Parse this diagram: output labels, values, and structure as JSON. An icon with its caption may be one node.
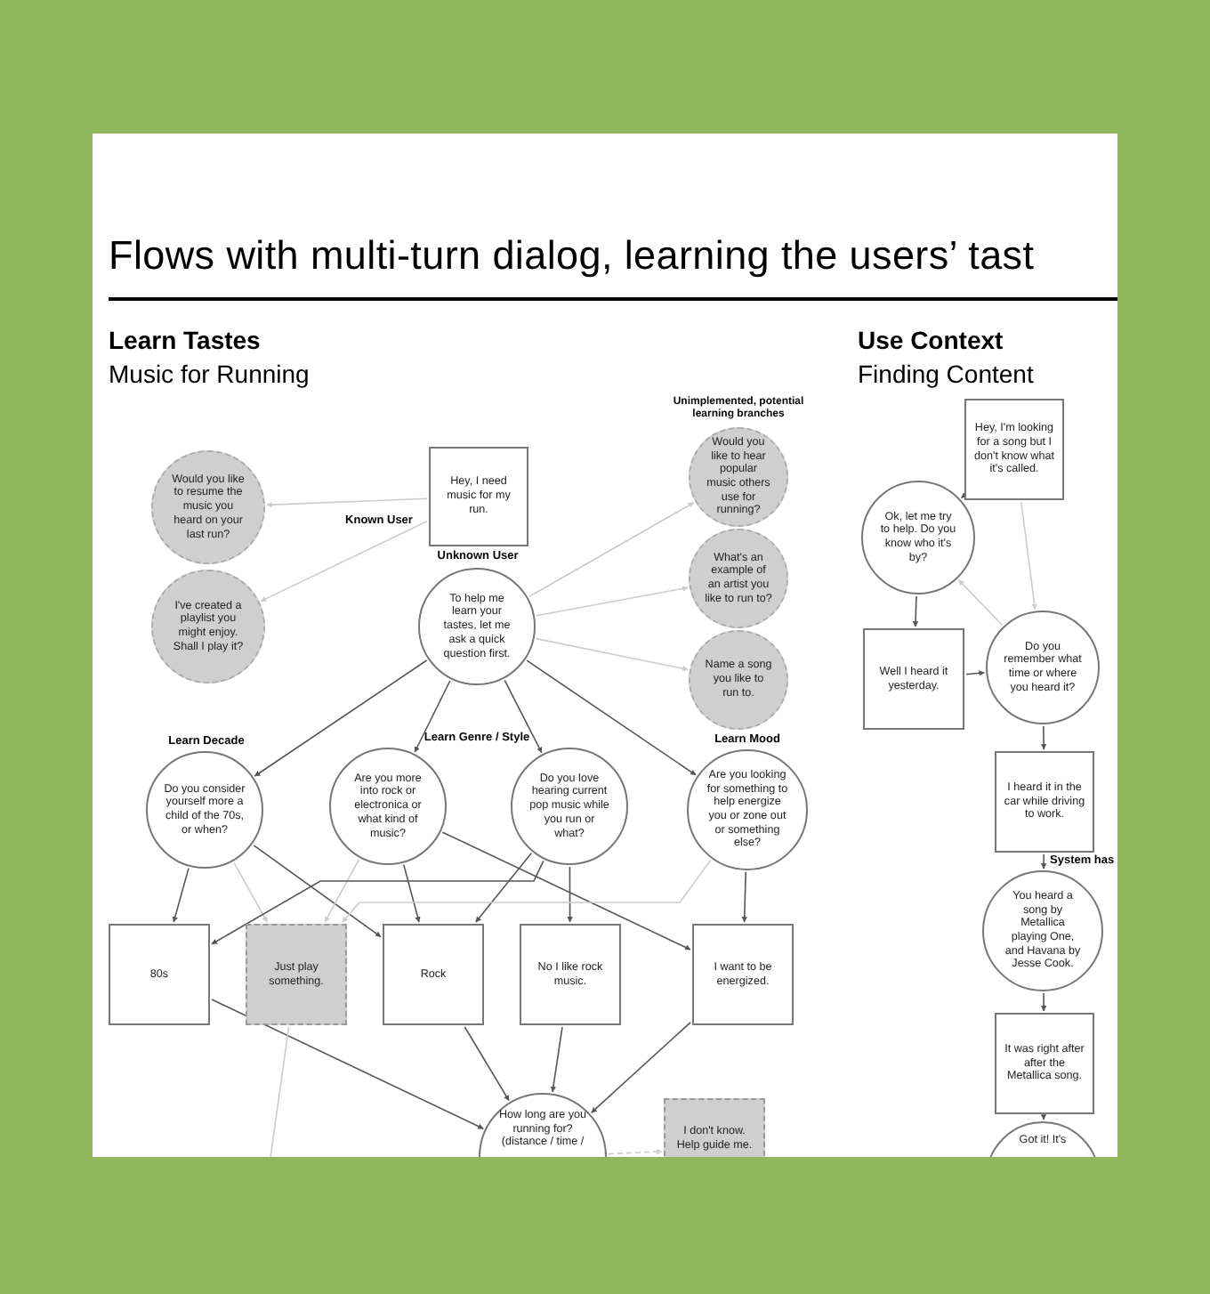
{
  "diagram": {
    "title": "Flows with multi-turn dialog, learning the users’ tast",
    "nodes": [
      {
        "text": [
          "Hey, I need music for my run."
        ]
      },
      {
        "text": [
          "Would you like to resume the music you heard on your last run?"
        ]
      },
      {
        "text": [
          "I've created a playlist you might enjoy. Shall I play it?"
        ]
      },
      {
        "text": [
          "To help me learn your tastes, let me ask a quick question first."
        ]
      },
      {
        "text": [
          "Would you like to hear popular music others use for running?"
        ]
      },
      {
        "text": [
          "What's an example of an artist you like to run to?"
        ]
      },
      {
        "text": [
          "Name a song you like to run to."
        ]
      },
      {
        "text": [
          "Do you consider yourself more a child of the 70s, or when?"
        ]
      },
      {
        "text": [
          "Are you more into rock or electronica or what kind of music?"
        ]
      },
      {
        "text": [
          "Do you love hearing current pop music while you run or what?"
        ]
      },
      {
        "text": [
          "Are you looking for something to help energize you or zone out or something else?"
        ]
      },
      {
        "text": [
          "80s"
        ]
      },
      {
        "text": [
          "Just play something."
        ]
      },
      {
        "text": [
          "Rock"
        ]
      },
      {
        "text": [
          "No I like rock music."
        ]
      },
      {
        "text": [
          "I want to be energized."
        ]
      },
      {
        "text": [
          "How long are you running for? (distance / time /"
        ]
      },
      {
        "text": [
          "I don't know. Help guide me."
        ]
      },
      {
        "text": [
          "Hey, I'm looking for a song but I don't know what it's called."
        ]
      },
      {
        "text": [
          "Ok, let me try to help. Do you know who it's by?"
        ]
      },
      {
        "text": [
          "Well I heard it yesterday."
        ]
      },
      {
        "text": [
          "Do you remember what time or where you heard it?"
        ]
      },
      {
        "text": [
          "I heard it in the car while driving to work."
        ]
      },
      {
        "text": [
          "You heard a song by Metallica playing One, and Havana by Jesse Cook."
        ]
      },
      {
        "text": [
          "It was right after after the Metallica song."
        ]
      },
      {
        "text": [
          "Got it! It's"
        ]
      }
    ],
    "edges": [
      {
        "from": 0,
        "to": 1,
        "arrow": "to",
        "color": "#cccccc"
      },
      {
        "from": 0,
        "to": 2,
        "arrow": "to",
        "color": "#cccccc"
      },
      {
        "from": 0,
        "to": 3,
        "arrow": "to",
        "label": "Unknown User"
      },
      {
        "from": 3,
        "to": 4,
        "arrow": "to",
        "color": "#cccccc"
      },
      {
        "from": 3,
        "to": 5,
        "arrow": "to",
        "color": "#cccccc"
      },
      {
        "from": 3,
        "to": 6,
        "arrow": "to",
        "color": "#cccccc"
      },
      {
        "from": 3,
        "to": 7,
        "arrow": "to"
      },
      {
        "from": 3,
        "to": 8,
        "arrow": "to"
      },
      {
        "from": 3,
        "to": 9,
        "arrow": "to"
      },
      {
        "from": 3,
        "to": 10,
        "arrow": "to"
      },
      {
        "from": 7,
        "to": 11,
        "arrow": "to"
      },
      {
        "from": 7,
        "to": 12,
        "arrow": "to",
        "color": "#cccccc"
      },
      {
        "from": 7,
        "to": 13,
        "arrow": "to"
      },
      {
        "from": 8,
        "to": 12,
        "arrow": "to",
        "color": "#cccccc"
      },
      {
        "from": 8,
        "to": 13,
        "arrow": "to"
      },
      {
        "from": 8,
        "to": 15,
        "arrow": "to"
      },
      {
        "from": 9,
        "to": 11,
        "arrow": "to"
      },
      {
        "from": 9,
        "to": 13,
        "arrow": "to"
      },
      {
        "from": 9,
        "to": 14,
        "arrow": "to"
      },
      {
        "from": 10,
        "to": 12,
        "arrow": "to",
        "color": "#cccccc"
      },
      {
        "from": 10,
        "to": 15,
        "arrow": "to"
      },
      {
        "from": 11,
        "to": 16,
        "arrow": "to"
      },
      {
        "from": 13,
        "to": 16,
        "arrow": "to"
      },
      {
        "from": 14,
        "to": 16,
        "arrow": "to"
      },
      {
        "from": 15,
        "to": 16,
        "arrow": "to"
      },
      {
        "from": 16,
        "to": 17,
        "arrow": "to",
        "style": "dashed",
        "color": "#cccccc"
      },
      {
        "from": 12,
        "to": null,
        "arrow": "none",
        "color": "#cccccc"
      },
      {
        "from": 18,
        "to": 19,
        "arrow": "to"
      },
      {
        "from": 18,
        "to": 21,
        "arrow": "to",
        "color": "#cccccc"
      },
      {
        "from": 19,
        "to": 20,
        "arrow": "to"
      },
      {
        "from": 20,
        "to": 21,
        "arrow": "to"
      },
      {
        "from": 21,
        "to": 19,
        "arrow": "to",
        "color": "#cccccc"
      },
      {
        "from": 21,
        "to": 22,
        "arrow": "to"
      },
      {
        "from": 22,
        "to": 23,
        "arrow": "to"
      },
      {
        "from": 23,
        "to": 24,
        "arrow": "to"
      },
      {
        "from": 24,
        "to": 25,
        "arrow": "to"
      }
    ],
    "labels": [
      "Learn Tastes",
      "Music for Running",
      "Use Context",
      "Finding Content",
      "Unimplemented, potential learning branches",
      "Known User",
      "Learn Decade",
      "Learn Genre / Style",
      "Learn Mood",
      "System has"
    ]
  }
}
